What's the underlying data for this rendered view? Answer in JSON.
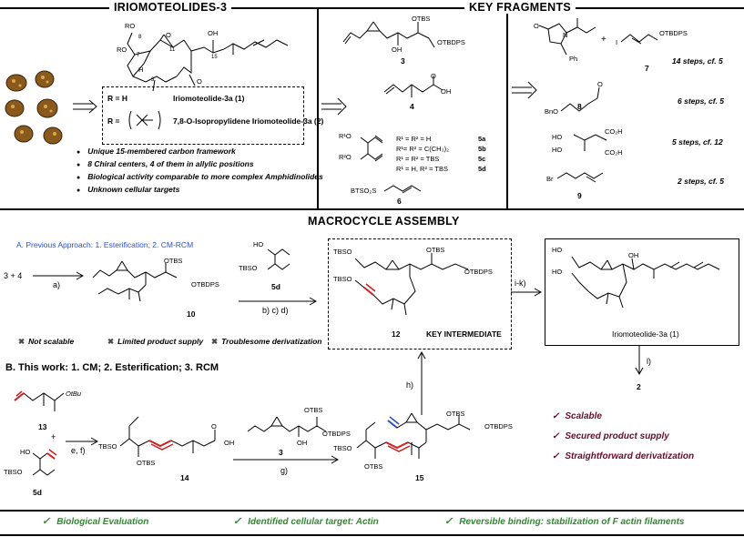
{
  "sections": {
    "iriomoteolides": "IRIOMOTEOLIDES-3",
    "key_fragments": "KEY FRAGMENTS",
    "macrocycle": "MACROCYCLE ASSEMBLY"
  },
  "top_left": {
    "r_h": "R = H",
    "r_h_name": "Iriomoteolide-3a (1)",
    "r_acetonide_prefix": "R =",
    "r_acetonide_name": "7,8-O-Isopropylidene Iriomoteolide-3a (2)",
    "bullets": [
      "Unique 15-membered carbon framework",
      "8 Chiral centers, 4 of them in allylic positions",
      "Biological activity comparable to more complex Amphidinolides",
      "Unknown cellular targets"
    ],
    "atoms": {
      "ro_top": "RO",
      "ro_left": "RO",
      "n8": "8",
      "n7": "7",
      "n11": "11",
      "n15": "15",
      "n3": "3",
      "oh": "OH",
      "o": "O",
      "h": "H"
    }
  },
  "fragments_mid": {
    "c3_label": "3",
    "c4_label": "4",
    "c5_rows": [
      {
        "text": "R¹ = R² = H",
        "id": "5a"
      },
      {
        "text": "R¹= R² = C(CH₃)₂",
        "id": "5b"
      },
      {
        "text": "R¹ = R² = TBS",
        "id": "5c"
      },
      {
        "text": "R¹ = H, R² = TBS",
        "id": "5d"
      }
    ],
    "c6_formula": "BTSO₂S",
    "c6_label": "6",
    "otbs": "OTBS",
    "otbdps": "OTBDPS",
    "oh": "OH",
    "r1o": "R¹O",
    "r2o": "R²O"
  },
  "fragments_right": [
    {
      "label": "7",
      "steps": "14 steps, cf. 5"
    },
    {
      "label": "8",
      "steps": "6 steps, cf. 5"
    },
    {
      "label": "",
      "steps": "5 steps, cf. 12"
    },
    {
      "label": "9",
      "steps": "2 steps, cf. 5"
    }
  ],
  "fragments_right_atoms": {
    "otbdps": "OTBDPS",
    "ph": "Ph",
    "bno": "BnO",
    "co2h": "CO₂H",
    "ho": "HO",
    "br": "Br",
    "i": "I",
    "plus": "+",
    "n": "N",
    "o": "O"
  },
  "previous": {
    "title": "A. Previous Approach: 1. Esterification; 2. CM-RCM",
    "start": "3  +  4",
    "step_a": "a)",
    "c10": "10",
    "c5d": "5d",
    "steps_bcd": "b)  c)  d)",
    "cons": [
      "Not scalable",
      "Limited product supply",
      "Troublesome derivatization"
    ],
    "key_intermediate_num": "12",
    "key_intermediate": "KEY INTERMEDIATE",
    "steps_ik": "i-k)",
    "product": "Iriomoteolide-3a (1)",
    "step_l": "l)",
    "final": "2",
    "step_h": "h)"
  },
  "this_work": {
    "title": "B. This work: 1. CM; 2. Esterification; 3. RCM",
    "c13": "13",
    "c5d": "5d",
    "steps_ef": "e, f)",
    "c14": "14",
    "c3": "3",
    "step_g": "g)",
    "c15": "15",
    "otbu": "OtBu",
    "tbso": "TBSO",
    "otbs": "OTBS",
    "otbdps": "OTBDPS",
    "ho": "HO",
    "oh": "OH",
    "plus": "+",
    "pros": [
      "Scalable",
      "Secured product supply",
      "Straightforward derivatization"
    ]
  },
  "footer": [
    "Biological Evaluation",
    "Identified cellular target: Actin",
    "Reversible binding: stabilization of F actin filaments"
  ],
  "icons": {
    "check": "check-icon",
    "cross": "cross-icon",
    "bullet": "bullet-icon",
    "retro_arrow": "retrosynthesis-arrow-icon"
  },
  "colors": {
    "red": "#d21e1e",
    "blue": "#2a4fd0",
    "maroon": "#6b0a2a",
    "green": "#2e8b2e",
    "seed": "#8a5a1c"
  }
}
